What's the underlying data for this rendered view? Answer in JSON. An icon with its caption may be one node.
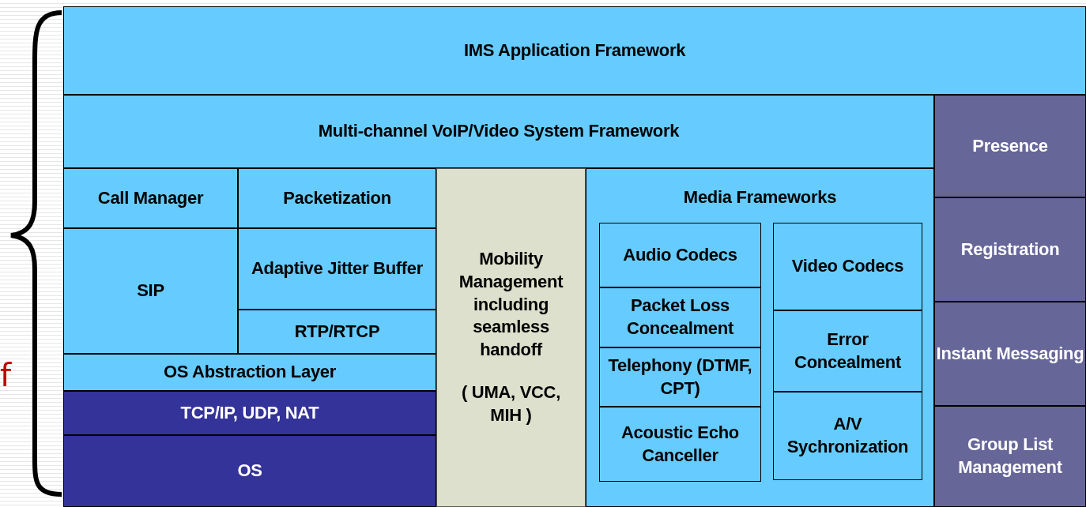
{
  "diagram": {
    "nodes": [
      {
        "text": [
          "IMS Application Framework"
        ]
      },
      {
        "text": [
          "Multi-channel VoIP/Video System Framework"
        ]
      },
      {
        "text": [
          "Presence"
        ]
      },
      {
        "text": [
          "Call Manager"
        ]
      },
      {
        "text": [
          "Packetization"
        ]
      },
      {
        "text": [
          "Mobility Management including seamless handoff",
          "( UMA, VCC, MIH )"
        ]
      },
      {
        "text": [
          "Media Frameworks"
        ]
      },
      {
        "text": [
          "Audio Codecs"
        ],
        "in": 6
      },
      {
        "text": [
          "Video Codecs"
        ],
        "in": 6
      },
      {
        "text": [
          "Packet Loss Concealment"
        ],
        "in": 6
      },
      {
        "text": [
          "Error Concealment"
        ],
        "in": 6
      },
      {
        "text": [
          "Telephony (DTMF, CPT)"
        ],
        "in": 6
      },
      {
        "text": [
          "Acoustic Echo Canceller"
        ],
        "in": 6
      },
      {
        "text": [
          "A/V Sychronization"
        ],
        "in": 6
      },
      {
        "text": [
          "Registration"
        ]
      },
      {
        "text": [
          "SIP"
        ]
      },
      {
        "text": [
          "Adaptive Jitter Buffer"
        ]
      },
      {
        "text": [
          "RTP/RTCP"
        ]
      },
      {
        "text": [
          "Instant Messaging"
        ]
      },
      {
        "text": [
          "OS Abstraction Layer"
        ]
      },
      {
        "text": [
          "TCP/IP, UDP, NAT"
        ]
      },
      {
        "text": [
          "Group List Management"
        ]
      },
      {
        "text": [
          "OS"
        ]
      }
    ],
    "labels": [
      "f"
    ]
  }
}
